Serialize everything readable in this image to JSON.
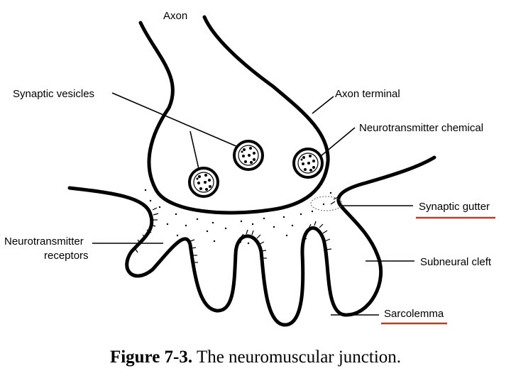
{
  "labels": {
    "axon": "Axon",
    "synaptic_vesicles": "Synaptic vesicles",
    "axon_terminal": "Axon terminal",
    "neurotransmitter_chemical": "Neurotransmitter chemical",
    "synaptic_gutter": "Synaptic gutter",
    "neurotransmitter_receptors_line1": "Neurotransmitter",
    "neurotransmitter_receptors_line2": "receptors",
    "subneural_cleft": "Subneural cleft",
    "sarcolemma": "Sarcolemma"
  },
  "caption": {
    "figure_number": "Figure 7-3.",
    "text": "The neuromuscular junction."
  },
  "colors": {
    "underline": "#c0392b",
    "ink": "#000000"
  }
}
